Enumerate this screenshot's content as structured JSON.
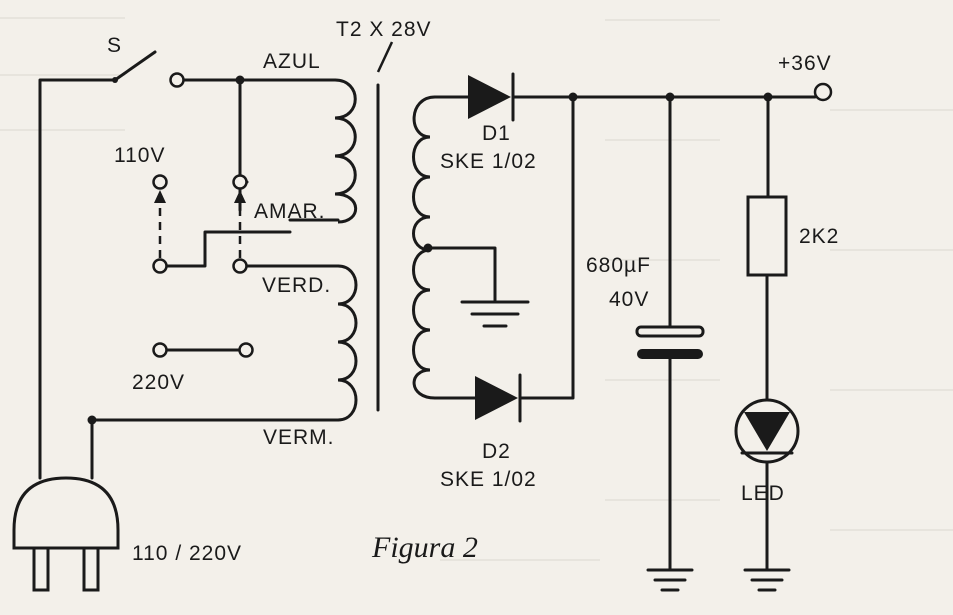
{
  "labels": {
    "switch": "S",
    "transformer": "T2 X 28V",
    "azul": "AZUL",
    "amar": "AMAR.",
    "verd": "VERD.",
    "verm": "VERM.",
    "v110": "110V",
    "v220": "220V",
    "plug": "110 / 220V",
    "d1": "D1",
    "d1_part": "SKE 1/02",
    "d2": "D2",
    "d2_part": "SKE 1/02",
    "cap_value": "680µF",
    "cap_voltage": "40V",
    "resistor": "2K2",
    "led": "LED",
    "output": "+36V",
    "caption": "Figura 2"
  },
  "colors": {
    "paper": "#f3f0ea",
    "ink": "#1a1a1a",
    "bleed": "#b8b4ac"
  }
}
